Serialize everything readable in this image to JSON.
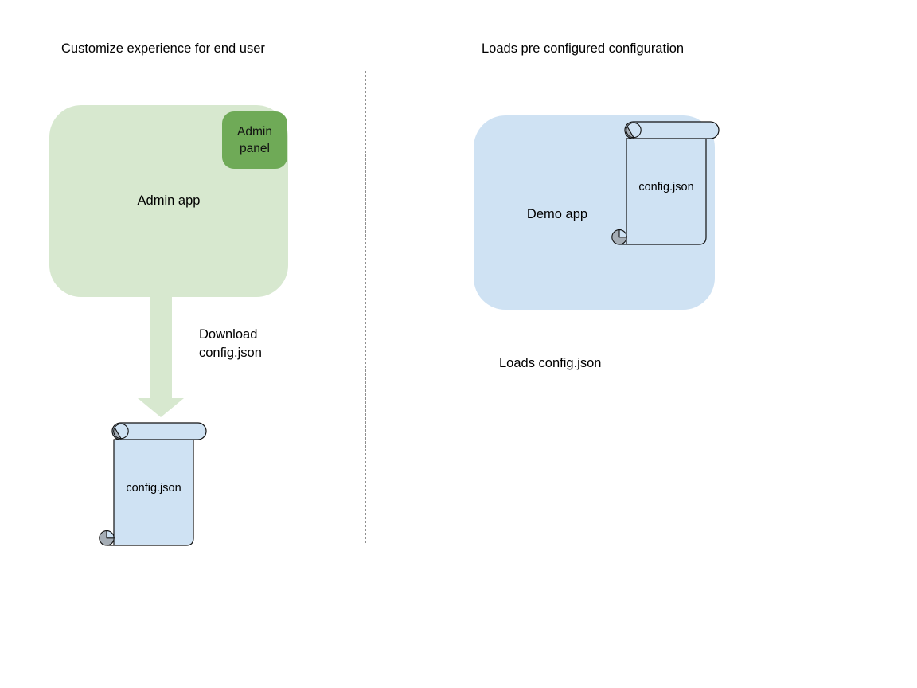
{
  "colors": {
    "app_green": "#d7e8cf",
    "panel_green": "#6faa57",
    "app_blue": "#cfe2f3",
    "scroll_fill": "#cfe2f3",
    "curl_gray": "#a5adb5",
    "outline": "#111111",
    "arrow_green": "#d7e8cf",
    "divider_gray": "#8f8f8f",
    "text": "#000000"
  },
  "left_section": {
    "title": "Customize experience for end user",
    "admin_app_label": "Admin app",
    "admin_panel_label": "Admin panel",
    "arrow_caption": "Download config.json",
    "scroll_label": "config.json"
  },
  "right_section": {
    "title": "Loads pre configured configuration",
    "demo_app_label": "Demo app",
    "scroll_label": "config.json",
    "caption": "Loads config.json"
  }
}
